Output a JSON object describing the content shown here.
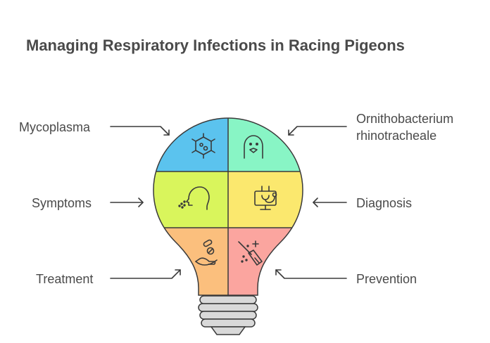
{
  "title": "Managing Respiratory Infections in Racing Pigeons",
  "labels": {
    "top_left": "Mycoplasma",
    "top_right_line1": "Ornithobacterium",
    "top_right_line2": "rhinotracheale",
    "mid_left": "Symptoms",
    "mid_right": "Diagnosis",
    "bottom_left": "Treatment",
    "bottom_right": "Prevention"
  },
  "segments": [
    {
      "id": "mycoplasma",
      "color": "#5bc3ee",
      "icon": "bacteria-icon"
    },
    {
      "id": "ornithobacterium",
      "color": "#88f5c5",
      "icon": "bird-icon"
    },
    {
      "id": "symptoms",
      "color": "#d9f55c",
      "icon": "breathing-head-icon"
    },
    {
      "id": "diagnosis",
      "color": "#fbe86e",
      "icon": "stethoscope-monitor-icon"
    },
    {
      "id": "treatment",
      "color": "#fbbf7d",
      "icon": "hand-pills-icon"
    },
    {
      "id": "prevention",
      "color": "#fba59f",
      "icon": "broom-sparkle-icon"
    }
  ],
  "base_color": "#d9d9d9"
}
